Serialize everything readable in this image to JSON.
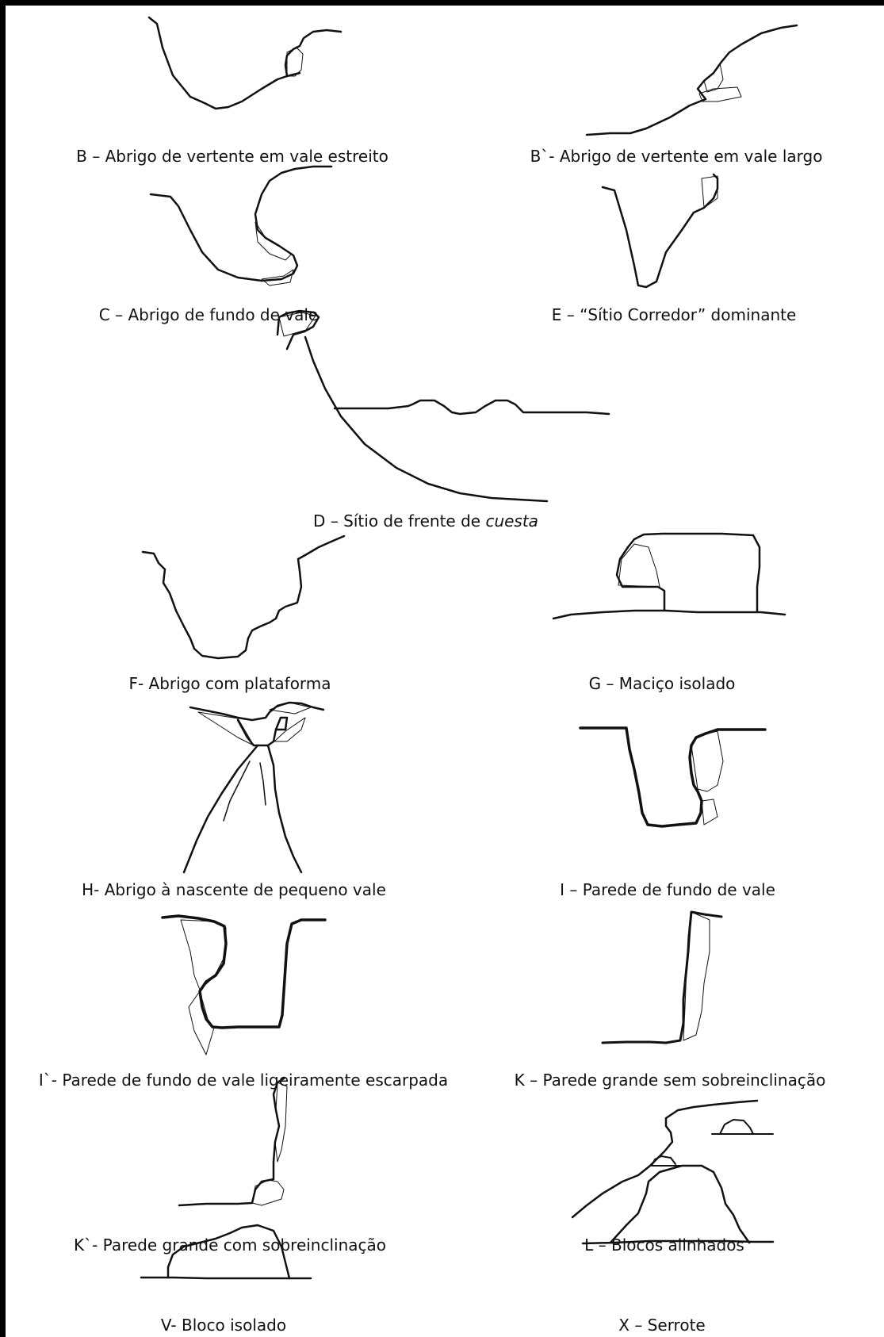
{
  "captions": {
    "b": "B – Abrigo de vertente em vale estreito",
    "b2": "B`- Abrigo de vertente em vale largo",
    "c": "C – Abrigo de fundo de vale",
    "e": "E – “Sítio Corredor” dominante",
    "d_prefix": "D – Sítio de frente de ",
    "d_italic": "cuesta",
    "f": "F- Abrigo com plataforma",
    "g": "G – Maciço isolado",
    "h": "H- Abrigo à nascente de pequeno vale",
    "i": "I – Parede de fundo de vale",
    "i2": "I`- Parede de fundo de vale ligeiramente escarpada",
    "k": "K – Parede grande sem sobreinclinação",
    "k2": "K`- Parede grande com sobreinclinação",
    "l": "L – Blocos alinhados",
    "v": "V- Bloco isolado",
    "x": "X – Serrote"
  }
}
